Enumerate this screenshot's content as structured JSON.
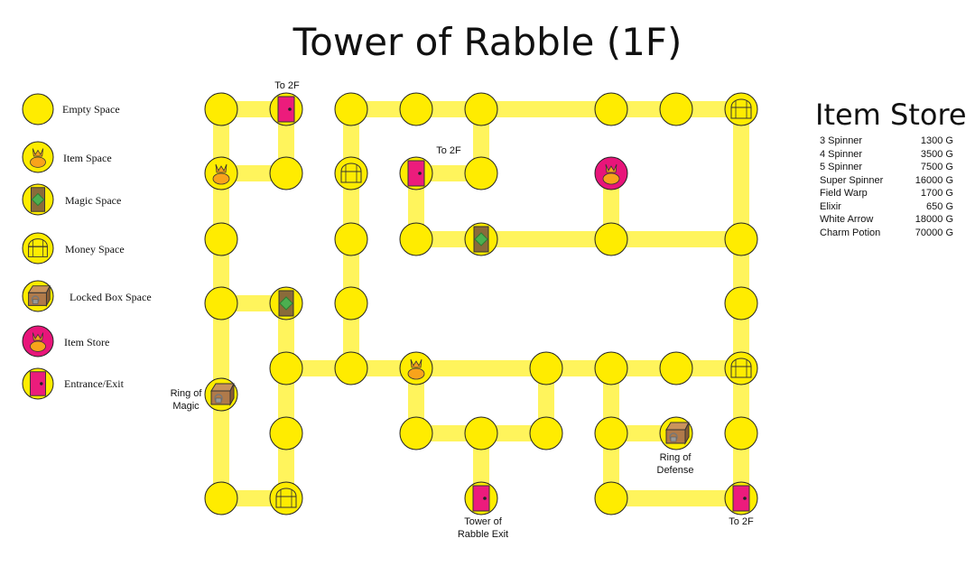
{
  "title": "Tower of Rabble (1F)",
  "legend": [
    {
      "icon": "empty-space",
      "label": "Empty Space"
    },
    {
      "icon": "item-space",
      "label": "Item Space"
    },
    {
      "icon": "magic-space",
      "label": "Magic Space"
    },
    {
      "icon": "money-space",
      "label": "Money Space"
    },
    {
      "icon": "locked-box-space",
      "label": "Locked Box Space"
    },
    {
      "icon": "item-store",
      "label": "Item Store"
    },
    {
      "icon": "entrance-exit",
      "label": "Entrance/Exit"
    }
  ],
  "map_labels": {
    "to2f_a": "To 2F",
    "to2f_b": "To 2F",
    "to2f_c": "To 2F",
    "ring_magic": "Ring of\nMagic",
    "ring_defense": "Ring of\nDefense",
    "exit": "Tower of\nRabble Exit"
  },
  "store": {
    "title": "Item Store",
    "items": [
      {
        "name": "3 Spinner",
        "price": "1300 G"
      },
      {
        "name": "4 Spinner",
        "price": "3500 G"
      },
      {
        "name": "5 Spinner",
        "price": "7500 G"
      },
      {
        "name": "Super Spinner",
        "price": "16000 G"
      },
      {
        "name": "Field Warp",
        "price": "1700 G"
      },
      {
        "name": "Elixir",
        "price": "650 G"
      },
      {
        "name": "White Arrow",
        "price": "18000 G"
      },
      {
        "name": "Charm Potion",
        "price": "70000 G"
      }
    ]
  },
  "colors": {
    "space": "#ffec00",
    "path": "#fff45c",
    "store": "#e8157a",
    "door": "#ec1c7c",
    "item": "#f9a31b",
    "magic_frame": "#8a6b3a",
    "magic_diamond": "#4caf50",
    "crate": "#b07a4a"
  }
}
